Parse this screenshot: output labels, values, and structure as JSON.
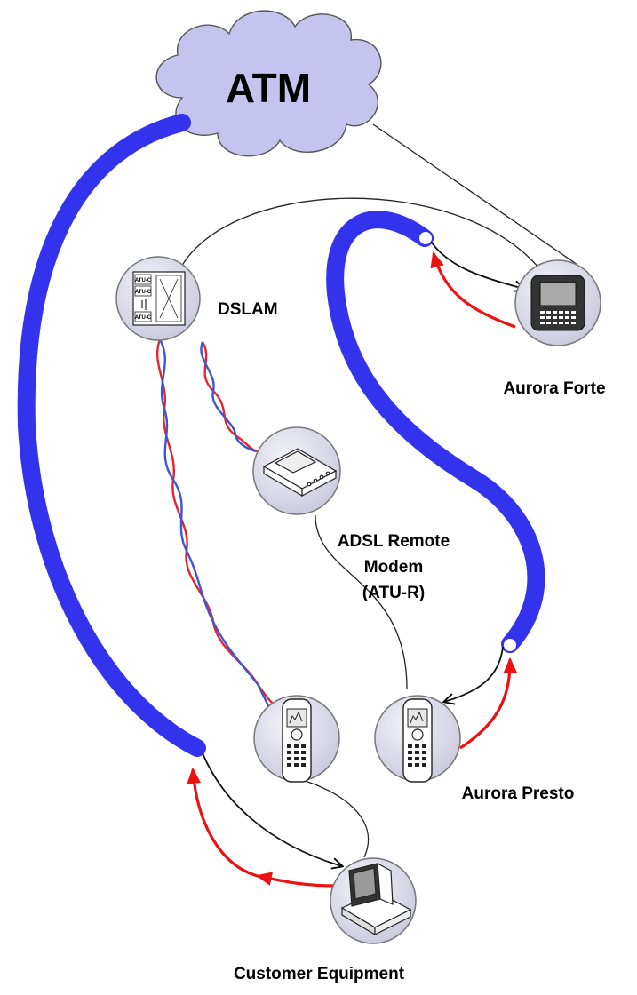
{
  "cloud": {
    "label": "ATM"
  },
  "nodes": {
    "dslam": {
      "label": "DSLAM",
      "card_labels": [
        "ATU-C",
        "ATU-C",
        "ATU-C"
      ]
    },
    "forte": {
      "label": "Aurora Forte"
    },
    "modem": {
      "label_lines": [
        "ADSL Remote",
        "Modem",
        "(ATU-R)"
      ]
    },
    "presto": {
      "label": "Aurora Presto"
    },
    "customer": {
      "label": "Customer Equipment"
    }
  },
  "colors": {
    "atm_link": "#3333ee",
    "flow_arrow": "#ee1111",
    "pair_red": "#e8232e",
    "pair_blue": "#3b55d4",
    "node_fill": "#d8d8e8",
    "cloud_fill": "#c4c4ee"
  }
}
